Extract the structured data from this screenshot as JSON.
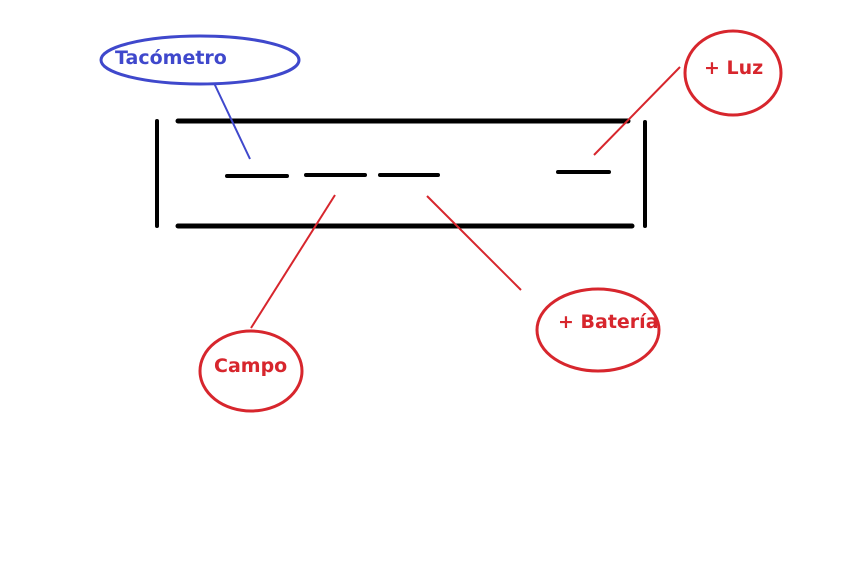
{
  "colors": {
    "ink": "#000000",
    "blue": "#3f48cc",
    "red": "#d7262d",
    "background": "#ffffff"
  },
  "labels": {
    "tacometro": "Tacómetro",
    "luz": "+ Luz",
    "campo": "Campo",
    "bateria": "+ Batería"
  }
}
